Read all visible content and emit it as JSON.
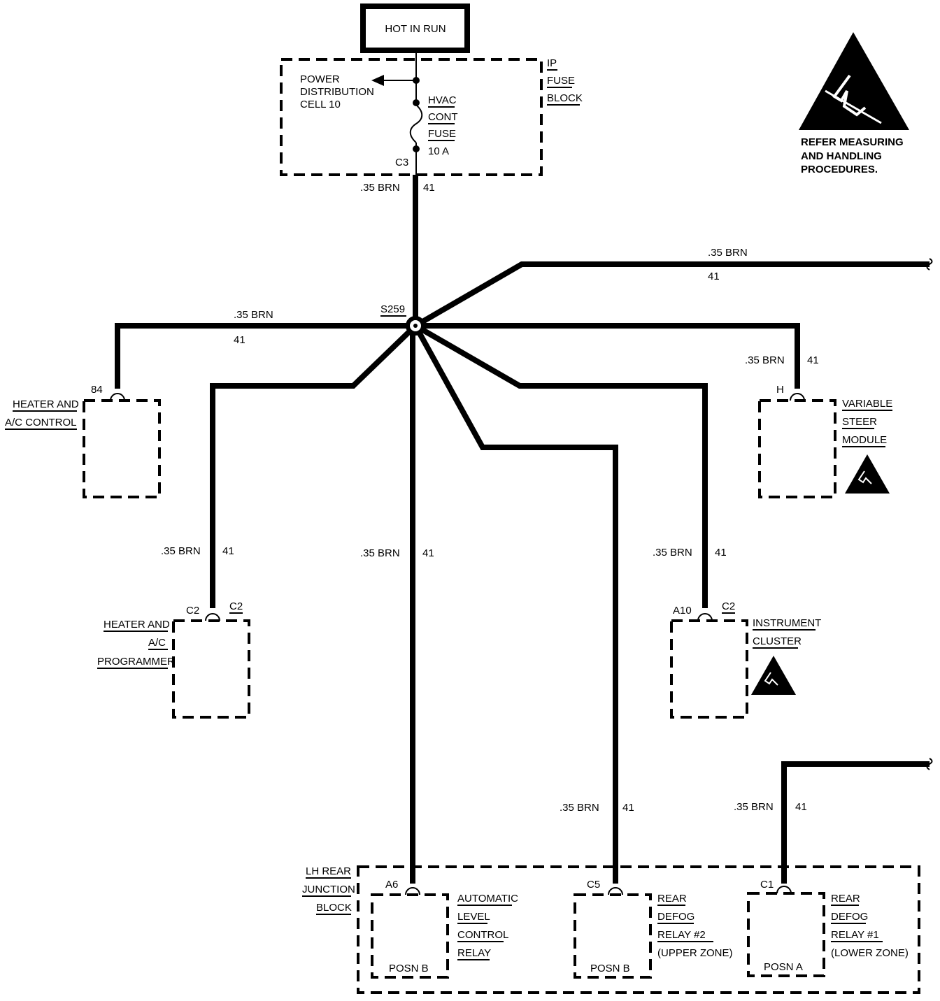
{
  "power_source": {
    "label": "HOT IN RUN"
  },
  "fuse_block": {
    "title_lines": [
      "IP",
      "FUSE",
      "BLOCK"
    ],
    "power_distribution_lines": [
      "POWER",
      "DISTRIBUTION",
      "CELL 10"
    ],
    "fuse_lines": [
      "HVAC",
      "CONT",
      "FUSE",
      "10 A"
    ],
    "connector": "C3"
  },
  "wire": {
    "gauge_color": ".35 BRN",
    "circuit": "41"
  },
  "splice": {
    "label": "S259"
  },
  "esd_warning": {
    "lines": [
      "REFER MEASURING",
      "AND HANDLING",
      "PROCEDURES."
    ]
  },
  "components": {
    "heater_ac_control": {
      "lines": [
        "HEATER AND",
        "A/C CONTROL"
      ],
      "pin": "84"
    },
    "variable_steer_module": {
      "lines": [
        "VARIABLE",
        "STEER",
        "MODULE"
      ],
      "pin": "H"
    },
    "heater_ac_programmer": {
      "lines": [
        "HEATER AND",
        "A/C",
        "PROGRAMMER"
      ],
      "pin": "C2",
      "connector": "C2"
    },
    "instrument_cluster": {
      "lines": [
        "INSTRUMENT",
        "CLUSTER"
      ],
      "pin": "A10",
      "connector": "C2"
    }
  },
  "junction_block": {
    "lines": [
      "LH REAR",
      "JUNCTION",
      "BLOCK"
    ],
    "relays": [
      {
        "pin": "A6",
        "position": "POSN B",
        "lines": [
          "AUTOMATIC",
          "LEVEL",
          "CONTROL",
          "RELAY"
        ]
      },
      {
        "pin": "C5",
        "position": "POSN B",
        "lines": [
          "REAR",
          "DEFOG",
          "RELAY #2",
          "(UPPER ZONE)"
        ]
      },
      {
        "pin": "C1",
        "position": "POSN A",
        "lines": [
          "REAR",
          "DEFOG",
          "RELAY #1",
          "(LOWER ZONE)"
        ]
      }
    ]
  }
}
